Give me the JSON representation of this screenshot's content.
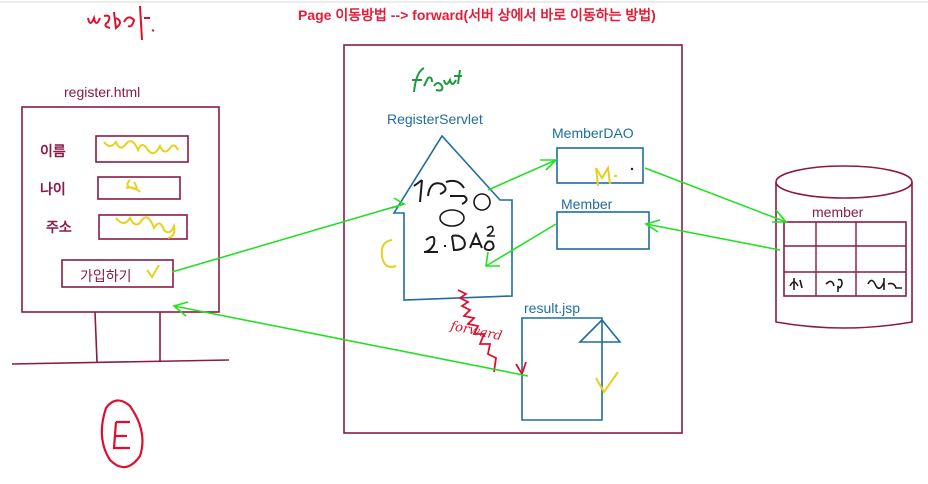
{
  "title": "Page 이동방법 --> forward(서버 상에서 바로 이동하는 방법)",
  "annotation_webn": "web에.",
  "register_page": {
    "filename": "register.html",
    "fields": [
      {
        "label": "이름"
      },
      {
        "label": "나이"
      },
      {
        "label": "주소"
      }
    ],
    "submit_label": "가입하기"
  },
  "servlet": {
    "name": "RegisterServlet",
    "note_above": "front",
    "steps": [
      "1.등록",
      "VO",
      "2.DAO"
    ]
  },
  "dao": {
    "name": "MemberDAO"
  },
  "vo": {
    "name": "Member"
  },
  "result": {
    "name": "result.jsp",
    "forward_label": "forward"
  },
  "database": {
    "table": "member"
  },
  "colors": {
    "border": "#8a1a48",
    "blue": "#1f6e9a",
    "arrow": "#22e022",
    "title": "#e01e3a",
    "handwriting_yellow": "#e8d020",
    "handwriting_red": "#e0102c",
    "handwriting_green": "#1a9a40"
  }
}
